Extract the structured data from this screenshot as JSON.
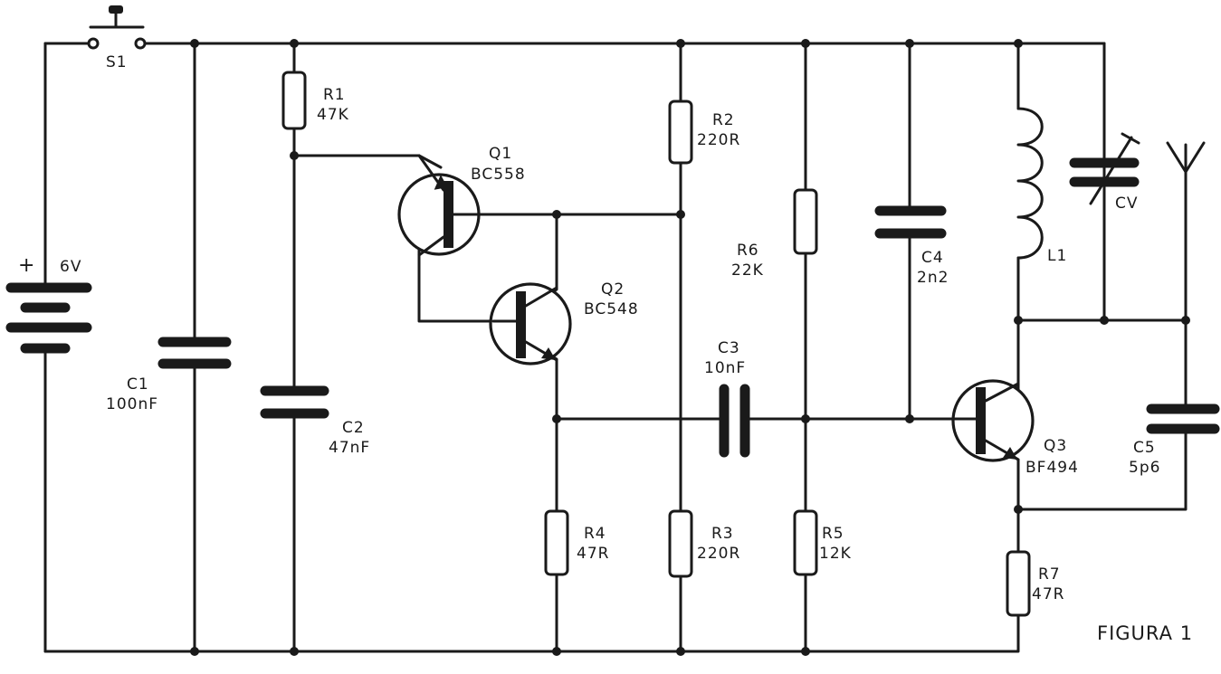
{
  "figure_title": "FIGURA 1",
  "battery": {
    "polarity": "+",
    "voltage": "6V"
  },
  "switch": {
    "name": "S1"
  },
  "components": {
    "r1": {
      "name": "R1",
      "value": "47K"
    },
    "r2": {
      "name": "R2",
      "value": "220R"
    },
    "r3": {
      "name": "R3",
      "value": "220R"
    },
    "r4": {
      "name": "R4",
      "value": "47R"
    },
    "r5": {
      "name": "R5",
      "value": "12K"
    },
    "r6": {
      "name": "R6",
      "value": "22K"
    },
    "r7": {
      "name": "R7",
      "value": "47R"
    },
    "c1": {
      "name": "C1",
      "value": "100nF"
    },
    "c2": {
      "name": "C2",
      "value": "47nF"
    },
    "c3": {
      "name": "C3",
      "value": "10nF"
    },
    "c4": {
      "name": "C4",
      "value": "2n2"
    },
    "c5": {
      "name": "C5",
      "value": "5p6"
    },
    "cv": {
      "name": "CV"
    },
    "l1": {
      "name": "L1"
    },
    "q1": {
      "name": "Q1",
      "value": "BC558"
    },
    "q2": {
      "name": "Q2",
      "value": "BC548"
    },
    "q3": {
      "name": "Q3",
      "value": "BF494"
    }
  }
}
